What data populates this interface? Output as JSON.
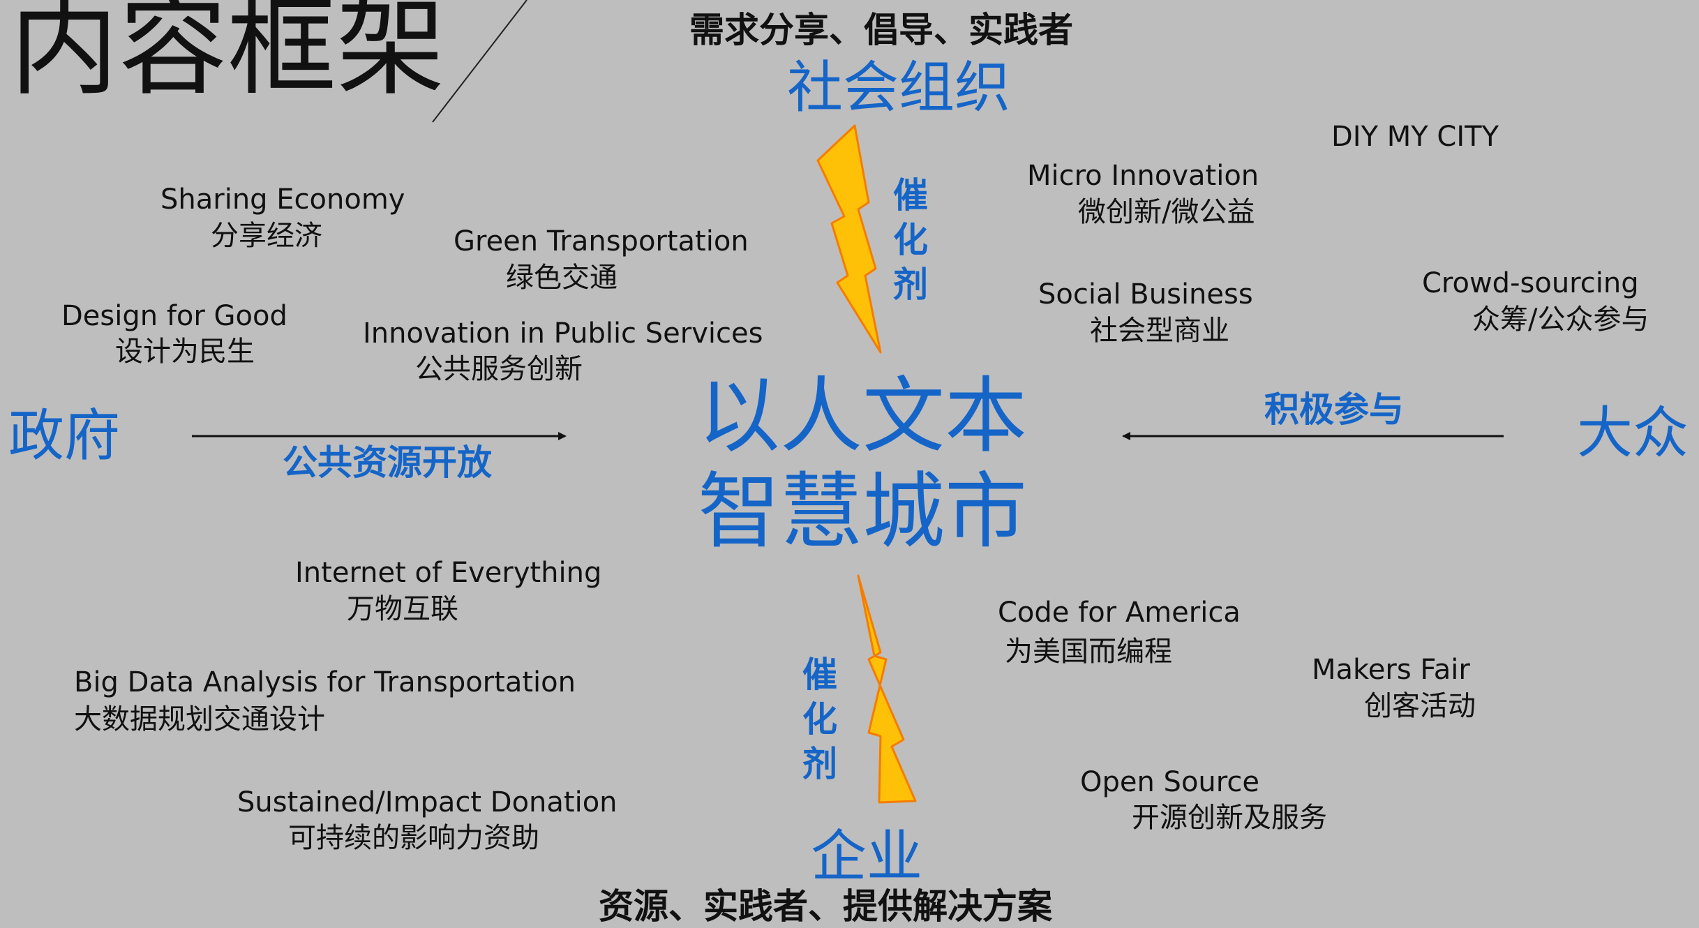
{
  "title": "内容框架",
  "top": {
    "subtitle": "需求分享、倡导、实践者",
    "label": "社会组织"
  },
  "bottom": {
    "label": "企业",
    "subtitle": "资源、实践者、提供解决方案"
  },
  "left": {
    "label": "政府",
    "arrow_label": "公共资源开放"
  },
  "right": {
    "label": "大众",
    "arrow_label": "积极参与"
  },
  "center": {
    "line1": "以人文本",
    "line2": "智慧城市"
  },
  "catalyst": {
    "top": "催化剂",
    "bottom": "催化剂"
  },
  "items": {
    "sharing_economy": {
      "en": "Sharing Economy",
      "zh": "分享经济"
    },
    "green_transportation": {
      "en": "Green Transportation",
      "zh": "绿色交通"
    },
    "design_for_good": {
      "en": "Design for Good",
      "zh": "设计为民生"
    },
    "public_services": {
      "en": "Innovation in Public Services",
      "zh": "公共服务创新"
    },
    "micro_innovation": {
      "en": "Micro Innovation",
      "zh": "微创新/微公益"
    },
    "diy_my_city": {
      "en": "DIY MY CITY"
    },
    "social_business": {
      "en": "Social Business",
      "zh": "社会型商业"
    },
    "crowd_sourcing": {
      "en": "Crowd-sourcing",
      "zh": "众筹/公众参与"
    },
    "internet_of_everything": {
      "en": "Internet of Everything",
      "zh": "万物互联"
    },
    "big_data": {
      "en": "Big Data Analysis for Transportation",
      "zh": "大数据规划交通设计"
    },
    "sustained_donation": {
      "en": "Sustained/Impact Donation",
      "zh": "可持续的影响力资助"
    },
    "code_for_america": {
      "en": "Code for America",
      "zh": "为美国而编程"
    },
    "makers_fair": {
      "en": "Makers Fair",
      "zh": "创客活动"
    },
    "open_source": {
      "en": "Open Source",
      "zh": "开源创新及服务"
    }
  },
  "colors": {
    "background": "#BEBEBE",
    "accent_blue": "#1565C8",
    "bolt_fill": "#FFC107",
    "bolt_stroke": "#F57C00",
    "text": "#111111"
  },
  "icons": {
    "catalyst": "lightning-bolt-icon",
    "arrows": "arrow-icon"
  }
}
